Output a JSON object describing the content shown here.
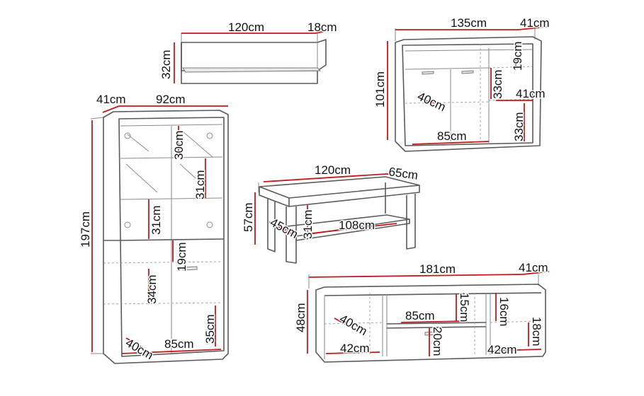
{
  "colors": {
    "dimension_line": "#c21a1a",
    "outline": "#5a5a5a",
    "text": "#111111"
  },
  "shelf": {
    "width": "120cm",
    "depth": "18cm",
    "height": "32cm"
  },
  "highboard": {
    "width": "135cm",
    "depth": "41cm",
    "height": "101cm",
    "shelf_height_top": "19cm",
    "drawer_height": "33cm",
    "side_depth": "41cm",
    "lower_height": "33cm",
    "inner_depth": "40cm",
    "inner_width": "85cm"
  },
  "vitrine": {
    "depth": "41cm",
    "width": "92cm",
    "height": "197cm",
    "glass_top": "30cm",
    "glass_mid": "31cm",
    "glass_low": "31cm",
    "middle": "19cm",
    "lower_mid": "34cm",
    "lower_bottom": "35cm",
    "inner_depth": "40cm",
    "inner_width": "85cm"
  },
  "coffee_table": {
    "width": "120cm",
    "depth": "65cm",
    "height": "57cm",
    "leg_depth": "45cm",
    "shelf_clearance": "31cm",
    "shelf_width": "108cm"
  },
  "tv_stand": {
    "width": "181cm",
    "depth": "41cm",
    "height": "48cm",
    "left_depth": "40cm",
    "left_width": "42cm",
    "center_width": "85cm",
    "center_top": "15cm",
    "center_bottom": "20cm",
    "right_top": "16cm",
    "right_lower": "18cm",
    "right_width": "42cm"
  }
}
